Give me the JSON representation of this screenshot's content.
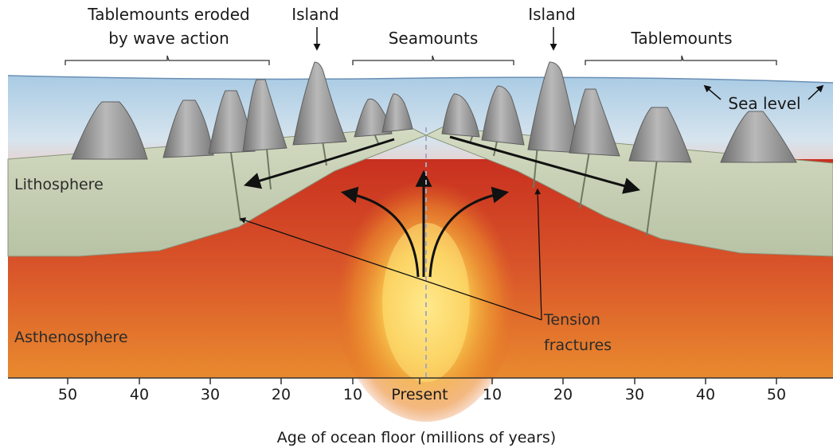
{
  "labels": {
    "tablemounts_eroded_line1": "Tablemounts eroded",
    "tablemounts_eroded_line2": "by wave action",
    "island_left": "Island",
    "seamounts": "Seamounts",
    "island_right": "Island",
    "tablemounts": "Tablemounts",
    "sea_level": "Sea level",
    "lithosphere": "Lithosphere",
    "asthenosphere": "Asthenosphere",
    "tension_line1": "Tension",
    "tension_line2": "fractures"
  },
  "axis": {
    "title": "Age of ocean floor (millions of years)",
    "ticks": [
      "50",
      "40",
      "30",
      "20",
      "10",
      "Present",
      "10",
      "20",
      "30",
      "40",
      "50"
    ],
    "present_color": "#8c8cc8"
  },
  "colors": {
    "ocean": "#bdd8ea",
    "lithosphere": "#c9d2b8",
    "asthenosphere": "#d8542a",
    "plume_core": "#ffe27a",
    "seamount": "#8a8a8a"
  }
}
